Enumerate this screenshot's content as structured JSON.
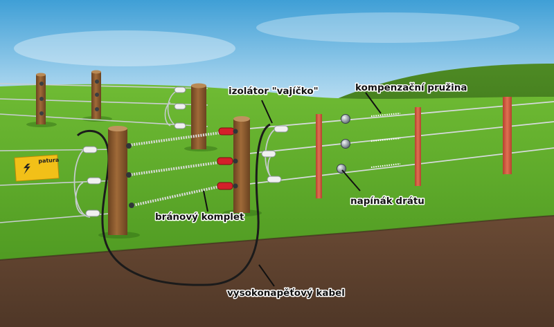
{
  "labels": {
    "insulator_egg": "izolátor \"vajíčko\"",
    "compensation_spring": "kompenzační pružina",
    "gate_kit": "bránový komplet",
    "wire_tensioner": "napínák drátu",
    "hv_cable": "vysokonapěťový kabel"
  },
  "sign": {
    "brand": "patura"
  },
  "colors": {
    "sky_top": "#4aa3d6",
    "grass": "#5fae2a",
    "soil": "#5b4130",
    "wooden_post": "#8a5a2e",
    "red_post": "#d2553f",
    "gate_handle": "#d4202a",
    "warning_sign": "#f2c018"
  }
}
